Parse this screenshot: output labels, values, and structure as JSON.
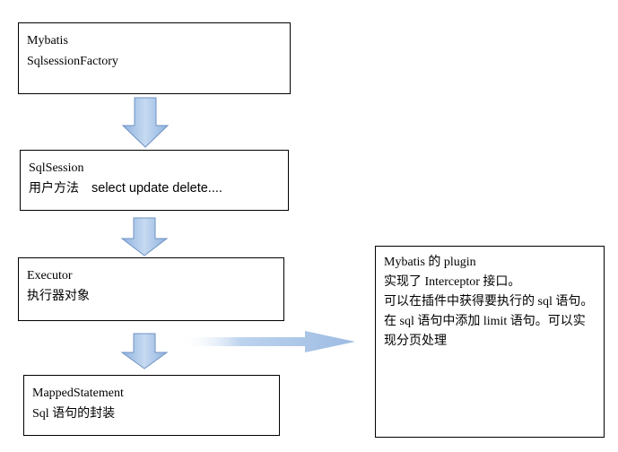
{
  "colors": {
    "arrow_fill": "#a7c4e6",
    "arrow_edge": "#6f92c3",
    "box_border": "#000000"
  },
  "boxes": {
    "factory": {
      "line1": "Mybatis",
      "line2": "SqlsessionFactory"
    },
    "session": {
      "line1": "SqlSession",
      "line2_cn": "用户方法",
      "line2_methods": "select update delete...."
    },
    "executor": {
      "line1": "Executor",
      "line2": "执行器对象"
    },
    "mapped": {
      "line1": "MappedStatement",
      "line2": "Sql 语句的封装"
    },
    "plugin": {
      "line1": "Mybatis 的 plugin",
      "line2": "实现了 Interceptor 接口。",
      "line3": "可以在插件中获得要执行的 sql 语句。",
      "line4": "在 sql 语句中添加 limit 语句。可以实现分页处理"
    }
  }
}
